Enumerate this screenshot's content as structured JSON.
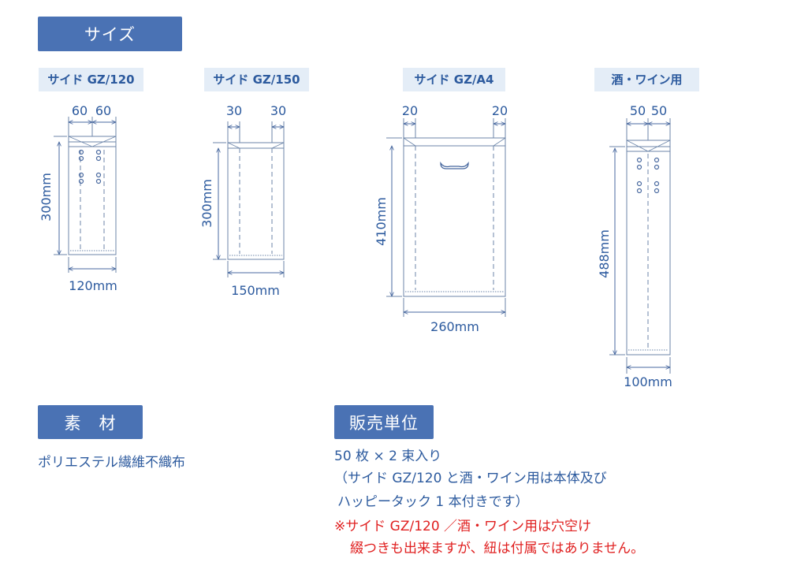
{
  "headers": {
    "size": "サイズ",
    "material": "素　材",
    "sales_unit": "販売単位"
  },
  "products": [
    {
      "label": "サイド GZ/120",
      "gusset_left": "60",
      "gusset_right": "60",
      "height": "300mm",
      "width": "120mm"
    },
    {
      "label": "サイド GZ/150",
      "gusset_left": "30",
      "gusset_right": "30",
      "height": "300mm",
      "width": "150mm"
    },
    {
      "label": "サイド GZ/A4",
      "gusset_left": "20",
      "gusset_right": "20",
      "height": "410mm",
      "width": "260mm"
    },
    {
      "label": "酒・ワイン用",
      "gusset_left": "50",
      "gusset_right": "50",
      "height": "488mm",
      "width": "100mm"
    }
  ],
  "material_text": "ポリエステル繊維不織布",
  "sales_lines": [
    "50 枚 × 2 束入り",
    "（サイド GZ/120 と酒・ワイン用は本体及び",
    "ハッピータック 1 本付きです）"
  ],
  "note_lines": [
    "※サイド GZ/120 ／酒・ワイン用は穴空け",
    "綴つきも出来ますが、紐は付属ではありません。"
  ],
  "colors": {
    "accent": "#4a72b4",
    "label_bg": "#e4edf7",
    "text": "#2c5a9e",
    "note": "#e02020",
    "line": "#6d86aa"
  }
}
